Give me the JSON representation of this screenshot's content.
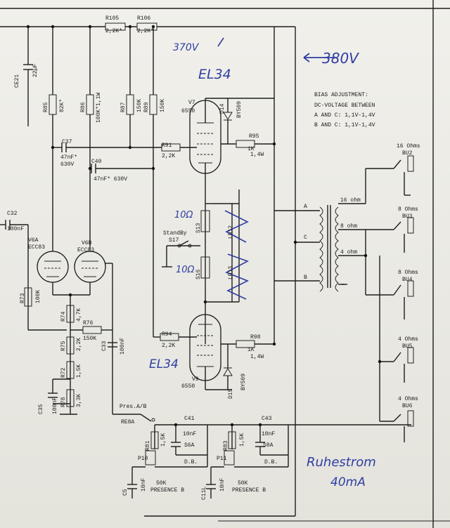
{
  "annotations": {
    "v370": "370V",
    "v380": "380V",
    "el34_top": "EL34",
    "el34_bottom": "EL34",
    "r10_a": "10Ω",
    "r10_b": "10Ω",
    "ruhestrom": "Ruhestrom",
    "ma": "40mA"
  },
  "bias": {
    "title": "BIAS ADJUSTMENT:",
    "line1": "DC-VOLTAGE BETWEEN",
    "line2": "A  AND C: 1,1V-1,4V",
    "line3": "B  AND C: 1,1V-1,4V"
  },
  "outputs": [
    {
      "ohms": "16 Ohms",
      "jack": "BU2"
    },
    {
      "ohms": "8 Ohms",
      "jack": "BU3"
    },
    {
      "ohms": "8 Ohms",
      "jack": "BU4"
    },
    {
      "ohms": "4 Ohms",
      "jack": "BU5"
    },
    {
      "ohms": "4 Ohms",
      "jack": "BU6"
    }
  ],
  "taps": {
    "t16": "16 ohm",
    "t8": "8 ohm",
    "t4": "4 ohm",
    "A": "A",
    "C": "C",
    "B": "B"
  },
  "parts": {
    "r105": "R105",
    "r105v": "2,2K*",
    "r106": "R106",
    "r106v": "2,2K*",
    "ce21": "CE21",
    "ce21v": "22µF",
    "r85": "R85",
    "r85v": "82K*",
    "r86": "R86",
    "r86v": "100K*1,1W",
    "r87": "R87",
    "r87v": "150K",
    "r89": "R89",
    "r89v": "150K",
    "c37": "C37",
    "c37v": "47nF*",
    "c37v2": "630V",
    "c40": "C40",
    "c40v": "47nF* 630V",
    "r91": "R91",
    "r91v": "2,2K",
    "r95": "R95",
    "r95v": "1K",
    "r95v2": "1,4W",
    "v7": "V7",
    "v7t": "6550",
    "d14": "D14",
    "d14v": "BY509",
    "c32": "C32",
    "c32v": "100nF",
    "v6a": "V6A",
    "v6at": "ECC83",
    "v6b": "V6B",
    "v6bt": "ECC83",
    "r73": "R73",
    "r73v": "100K",
    "r74": "R74",
    "r74v": "4,7K",
    "r76": "R76",
    "r76v": "150K",
    "r75": "R75",
    "r75v": "2,2K",
    "c33": "C33",
    "c33v": "100nF",
    "r72": "R72",
    "r72v": "1,5K",
    "r78": "R78",
    "r78v": "3,3K",
    "c35": "C35",
    "c35v": "100nF",
    "s13": "S13",
    "s16": "S16",
    "standby": "StandBy",
    "s17": "S17",
    "ld12": "LD12",
    "ld13": "LD13",
    "r94": "R94",
    "r94v": "2,2K",
    "r98": "R98",
    "r98v": "1K",
    "r98v2": "1,4W",
    "v9": "V9",
    "v9t": "6550",
    "d15": "D15",
    "d15v": "BY509",
    "pres": "Pres.A/B",
    "re8a": "RE8A",
    "c41": "C41",
    "c41v": "10nF",
    "s6a": "S6A",
    "db1": "D.B.",
    "r81": "R81",
    "r81v": "1,5K",
    "p10": "P10",
    "p10v": "50K",
    "presb1": "PRESENCE B",
    "c43": "C43",
    "c43v": "10nF",
    "s8a": "S8A",
    "db2": "D.B.",
    "r83": "R83",
    "r83v": "1,5K",
    "p11": "P11",
    "p11v": "50K",
    "presb2": "PRESENCE B",
    "c5": "C5",
    "c5v": "10nF",
    "c11l": "C11L",
    "c11lv": "10nF"
  }
}
